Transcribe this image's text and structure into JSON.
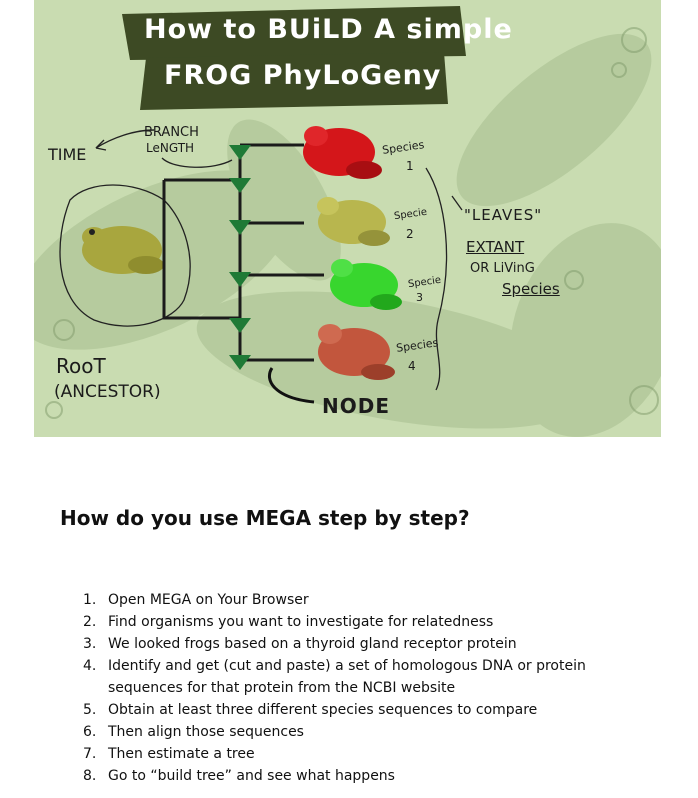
{
  "illustration": {
    "title_line1": "How to BUiLD A simple",
    "title_line2": "FROG PhyLoGeny",
    "time_label": "TIME",
    "branch_label_1": "BRANCH",
    "branch_label_2": "LeNGTH",
    "species": [
      {
        "name": "Species",
        "num": "1"
      },
      {
        "name": "Specie",
        "num": "2"
      },
      {
        "name": "Specie",
        "num": "3"
      },
      {
        "name": "Species",
        "num": "4"
      }
    ],
    "leaves_label": "\"LEAVES\"",
    "extant_label": "EXTANT",
    "or_living_label": "OR LiVinG",
    "species_label": "Species",
    "root_label": "RooT",
    "ancestor_label": "(ANCESTOR)",
    "node_label": "NODE",
    "colors": {
      "background": "#c9dcb1",
      "banner": "#3d4a24",
      "frog_red": "#d4161a",
      "frog_yellow": "#b8b64e",
      "frog_green": "#38d62e",
      "frog_brown": "#c2563d",
      "node_green": "#1f7a36",
      "ancestor_frog": "#a8a63e"
    }
  },
  "heading": "How do you use MEGA step by step?",
  "steps": [
    {
      "num": "1.",
      "text": "Open MEGA on Your Browser"
    },
    {
      "num": "2.",
      "text": "Find organisms you want to investigate for relatedness"
    },
    {
      "num": "3.",
      "text": "We looked frogs based on a thyroid gland receptor protein"
    },
    {
      "num": "4.",
      "text": "Identify and get (cut and paste) a set of homologous DNA or protein sequences for that protein from the NCBI website"
    },
    {
      "num": "5.",
      "text": "Obtain at least three different species sequences to compare"
    },
    {
      "num": "6.",
      "text": "Then align those sequences"
    },
    {
      "num": "7.",
      "text": "Then estimate a tree"
    },
    {
      "num": "8.",
      "text": "Go to “build tree” and see what happens"
    }
  ]
}
